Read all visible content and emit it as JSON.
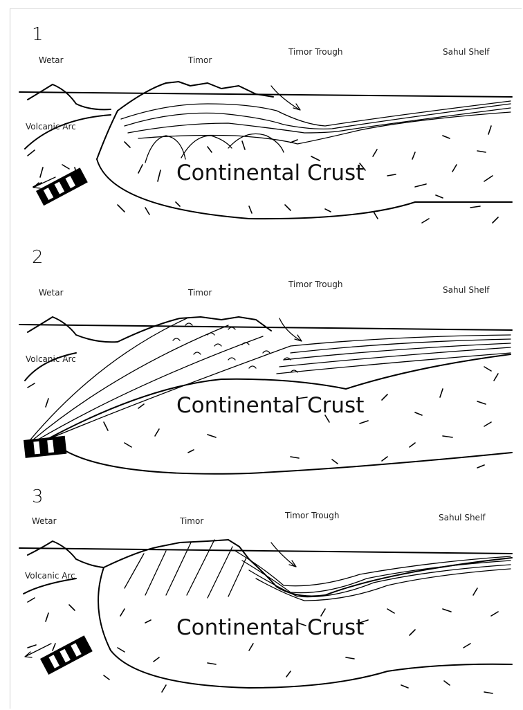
{
  "panels": [
    {
      "number": "1",
      "labels": {
        "wetar": "Wetar",
        "timor": "Timor",
        "trough": "Timor Trough",
        "shelf": "Sahul Shelf",
        "arc": "Volcanic Arc",
        "crust": "Continental Crust"
      }
    },
    {
      "number": "2",
      "labels": {
        "wetar": "Wetar",
        "timor": "Timor",
        "trough": "Timor Trough",
        "shelf": "Sahul Shelf",
        "arc": "Volcanic Arc",
        "crust": "Continental Crust"
      }
    },
    {
      "number": "3",
      "labels": {
        "wetar": "Wetar",
        "timor": "Timor",
        "trough": "Timor Trough",
        "shelf": "Sahul Shelf",
        "arc": "Volcanic Arc",
        "crust": "Continental Crust"
      }
    }
  ]
}
